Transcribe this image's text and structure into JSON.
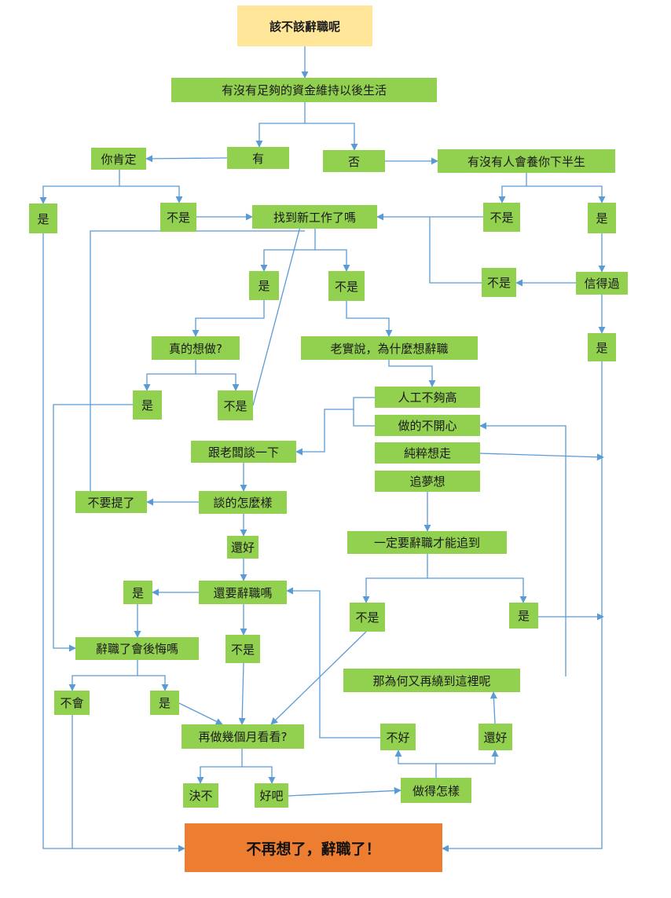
{
  "colors": {
    "node": "#92d050",
    "start": "#ffe699",
    "end": "#ed7d31",
    "arrow": "#5b9bd5"
  },
  "nodes": {
    "start": "該不該辭職呢",
    "q_funds": "有沒有足夠的資金維持以後生活",
    "funds_yes": "有",
    "funds_no": "否",
    "q_sure": "你肯定",
    "q_support": "有沒有人會養你下半生",
    "sure_yes": "是",
    "sure_no": "不是",
    "q_new_job": "找到新工作了嗎",
    "support_no": "不是",
    "support_yes": "是",
    "job_yes": "是",
    "job_no": "不是",
    "trust_no": "不是",
    "q_trust": "信得過",
    "q_really": "真的想做?",
    "q_honest": "老實說，為什麼想辭職",
    "trust_yes": "是",
    "really_yes": "是",
    "really_no": "不是",
    "r_pay": "人工不夠高",
    "r_unhappy": "做的不開心",
    "talk_boss": "跟老闆談一下",
    "r_just": "純粹想走",
    "r_dream": "追夢想",
    "no_mention": "不要提了",
    "q_talk": "談的怎麼樣",
    "q_must": "一定要辭職才能追到",
    "talk_ok": "還好",
    "must_yes": "是",
    "still_yes": "是",
    "q_still": "還要辭職嗎",
    "must_no": "不是",
    "q_regret": "辭職了會後悔嗎",
    "still_no": "不是",
    "q_why_again": "那為何又再繞到這裡呢",
    "regret_no": "不會",
    "regret_yes": "是",
    "try_months": "再做幾個月看看?",
    "try_bad": "不好",
    "try_ok": "還好",
    "refuse": "決不",
    "okay": "好吧",
    "q_how": "做得怎樣",
    "end": "不再想了，辭職了！"
  }
}
